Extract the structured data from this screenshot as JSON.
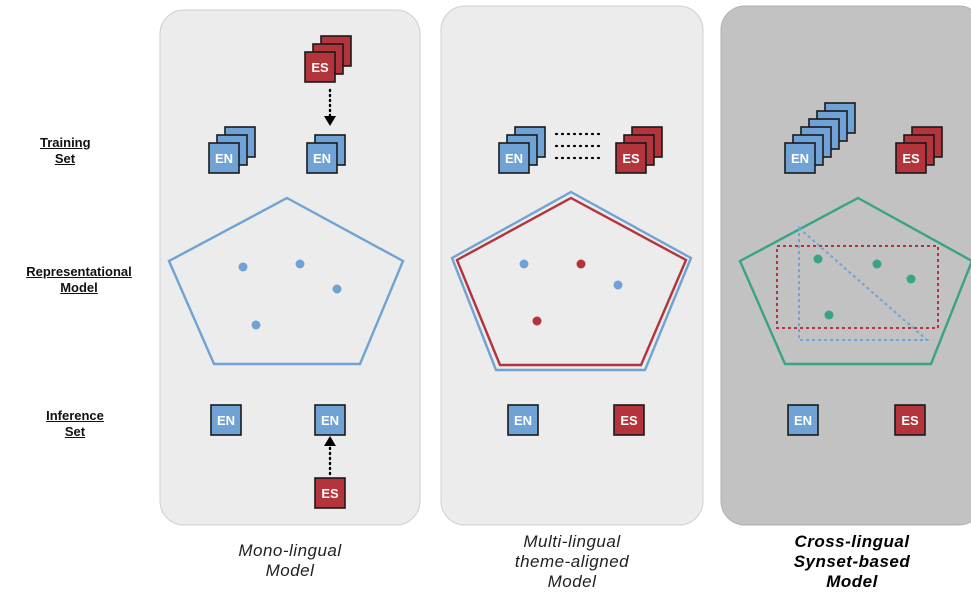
{
  "row_labels": {
    "training": [
      "Training",
      "Set"
    ],
    "representational": [
      "Representational",
      "Model"
    ],
    "inference": [
      "Inference",
      "Set"
    ]
  },
  "doc_labels": {
    "en": "EN",
    "es": "ES"
  },
  "captions": {
    "mono": [
      "Mono-lingual",
      "Model"
    ],
    "multi": [
      "Multi-lingual",
      "theme-aligned",
      "Model"
    ],
    "cross": [
      "Cross-lingual",
      "Synset-based",
      "Model"
    ]
  },
  "colors": {
    "en_blue": "#6fa3d6",
    "es_red": "#b3343a",
    "synset_green": "#3aa387",
    "panel_light": "#ececec",
    "panel_dark": "#c2c2c2"
  }
}
